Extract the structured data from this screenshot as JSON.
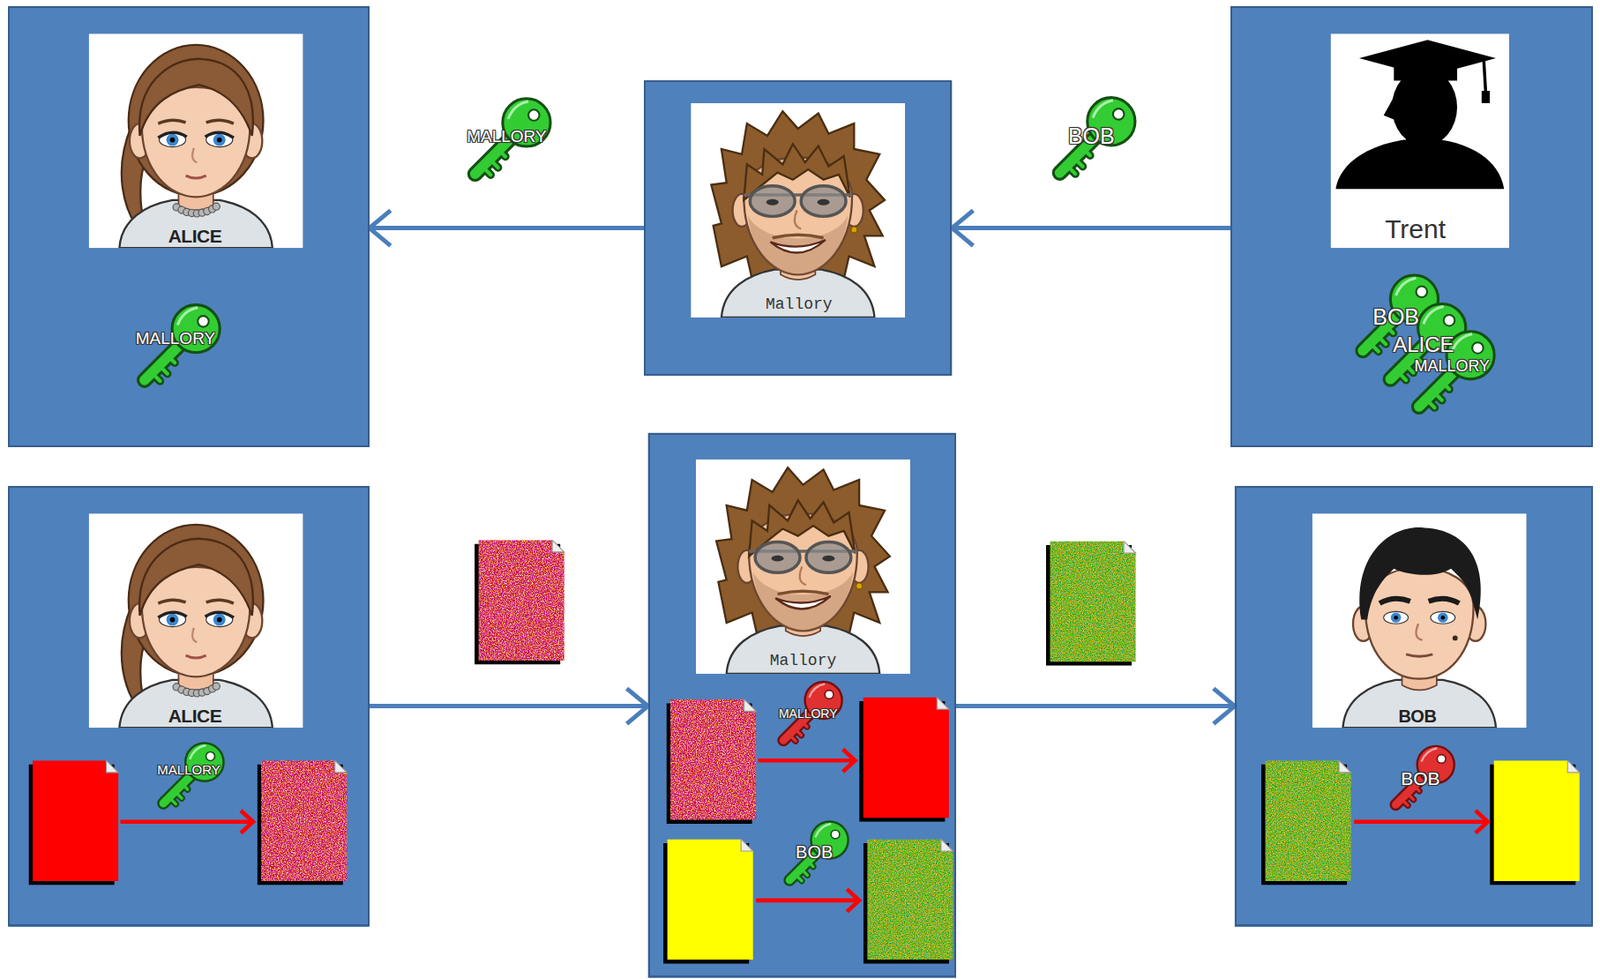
{
  "diagram": {
    "nodes": [
      {
        "text": [
          "ALICE",
          "MALLORY"
        ]
      },
      {
        "text": [
          "Mallory"
        ]
      },
      {
        "text": [
          "Trent",
          "BOB",
          "ALICE",
          "MALLORY"
        ]
      },
      {
        "text": [
          "ALICE",
          "MALLORY"
        ]
      },
      {
        "text": [
          "Mallory",
          "MALLORY",
          "BOB"
        ]
      },
      {
        "text": [
          "BOB",
          "BOB"
        ]
      }
    ],
    "edges": [
      {
        "from": 1,
        "to": 0,
        "arrow": "to",
        "label": "MALLORY"
      },
      {
        "from": 2,
        "to": 1,
        "arrow": "to",
        "label": "BOB"
      },
      {
        "from": 3,
        "to": 4,
        "arrow": "to"
      },
      {
        "from": 4,
        "to": 5,
        "arrow": "to"
      }
    ]
  }
}
